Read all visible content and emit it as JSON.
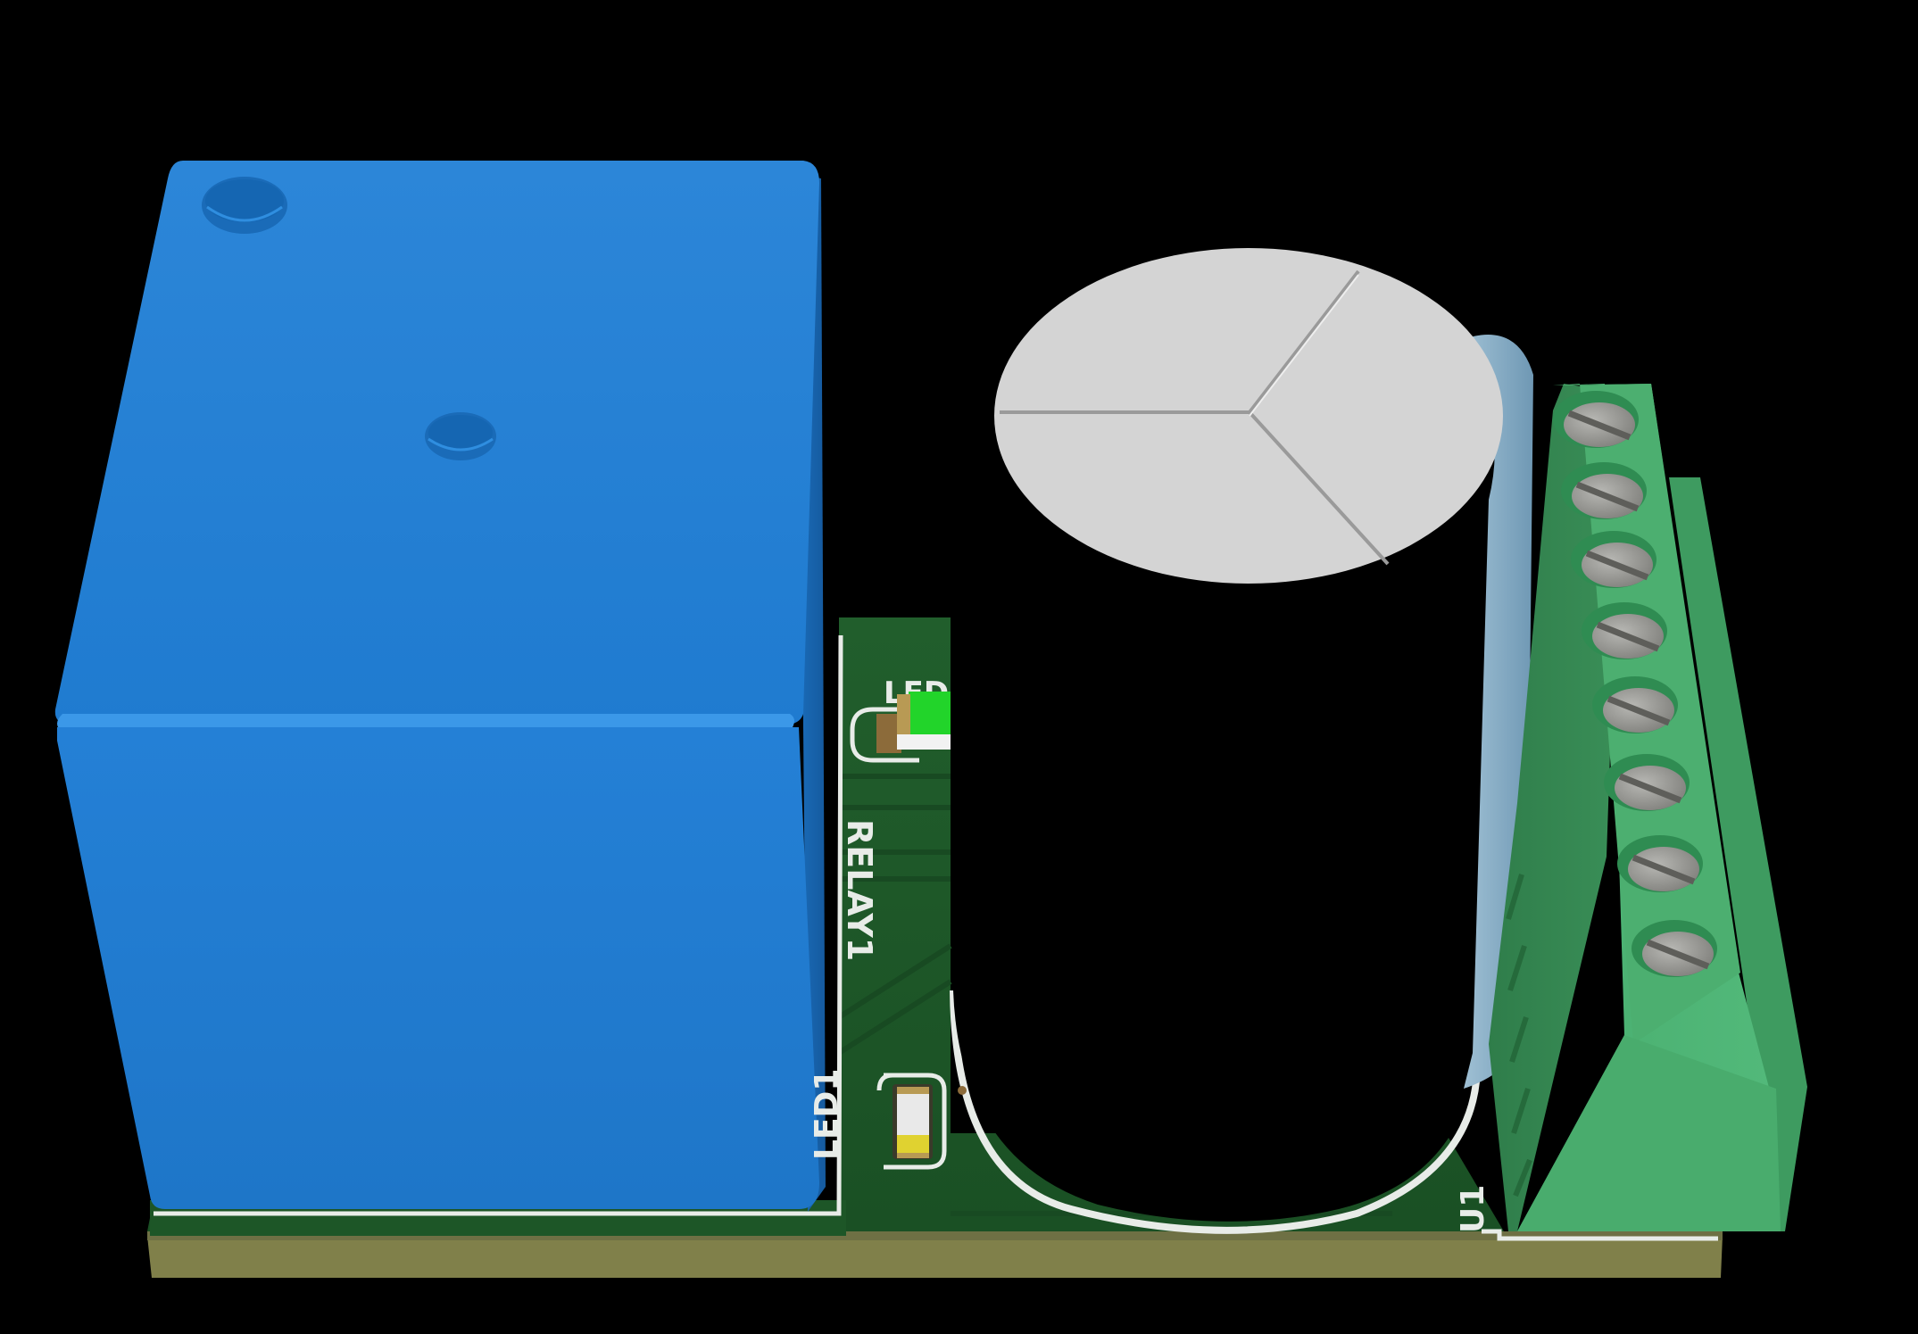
{
  "labels": {
    "relay": "RELAY1",
    "led1": "LED1",
    "led2_partial": "LED",
    "connector": "U1"
  },
  "colors": {
    "background": "#000000",
    "pcb_soldermask": "#1f5a2a",
    "pcb_edge": "#80804a",
    "relay_body": "#1f7bd0",
    "terminal_block": "#4db274",
    "capacitor_top": "#d4d4d4",
    "silkscreen": "#e8ece8",
    "led_green": "#22d42a"
  },
  "components": {
    "terminal_screw_count": 8
  }
}
